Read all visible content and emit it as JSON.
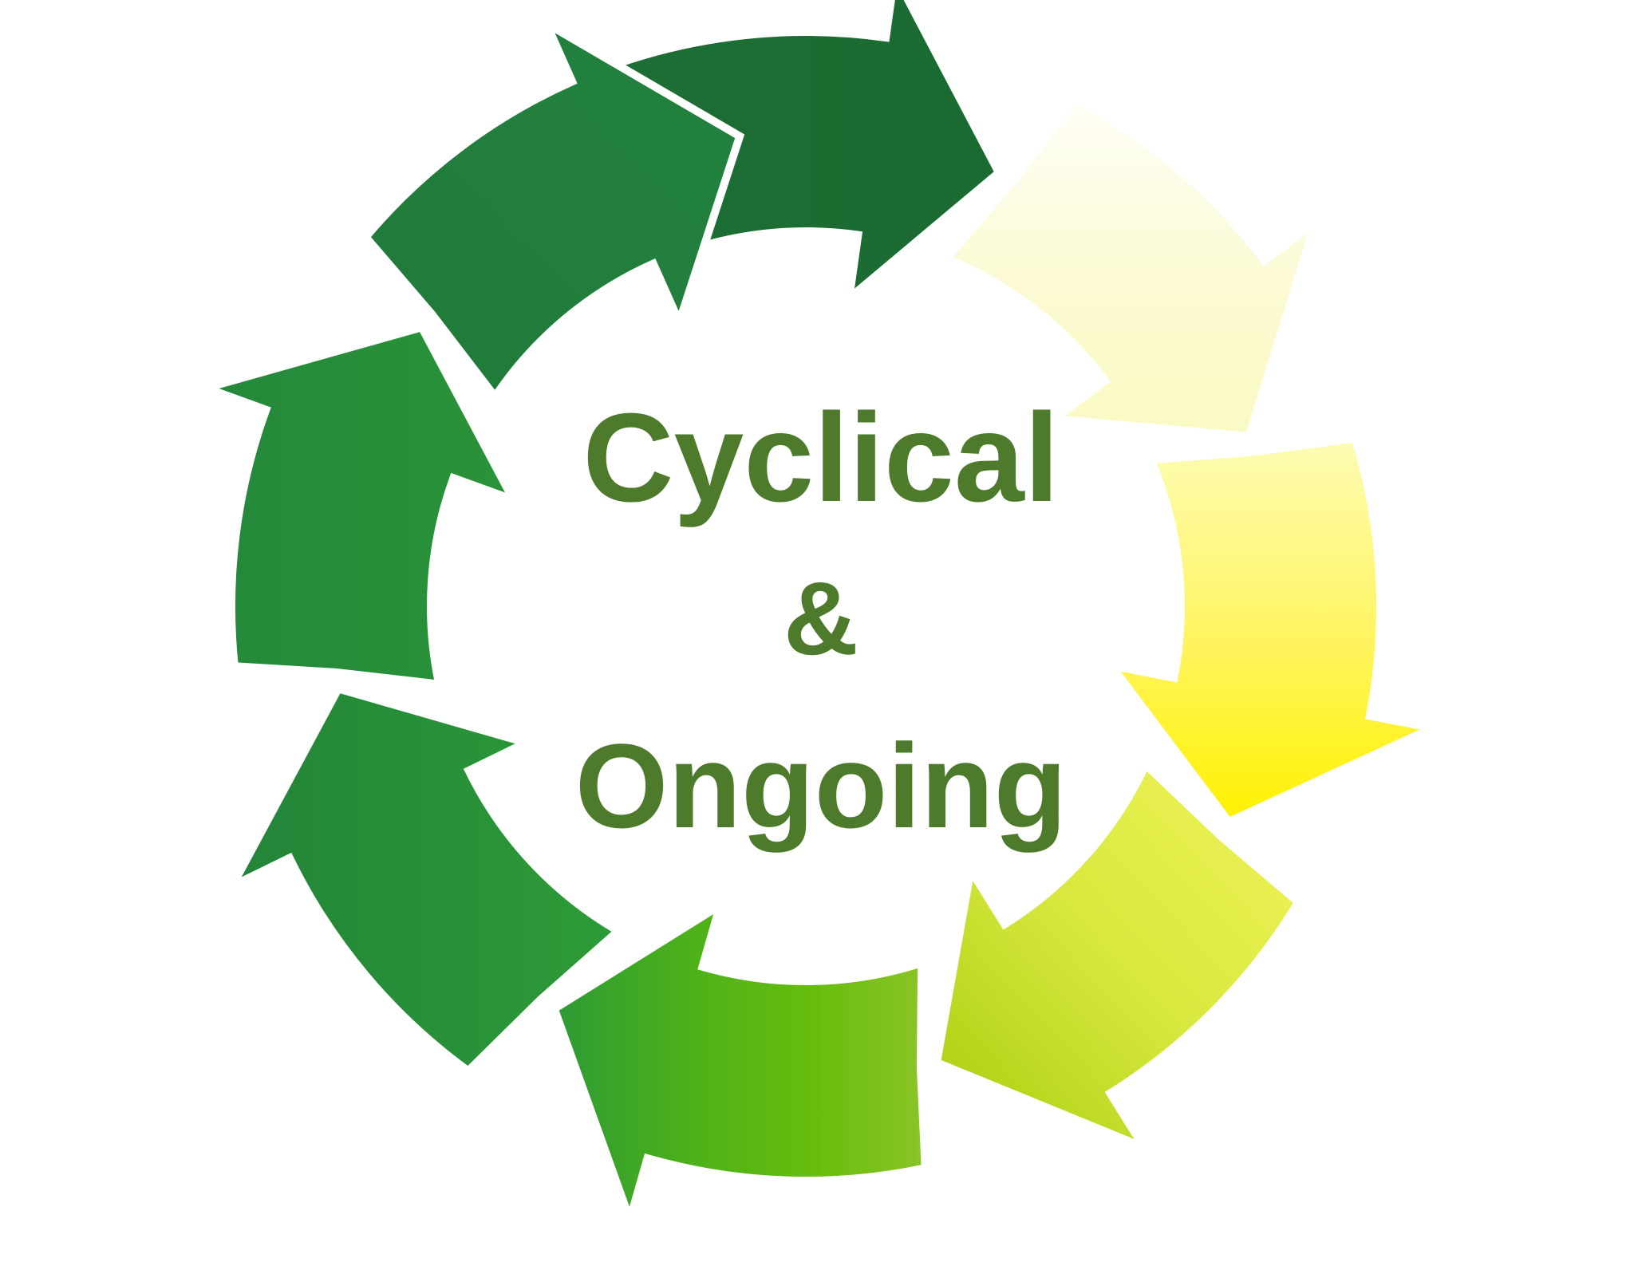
{
  "diagram": {
    "center_text": {
      "line1": "Cyclical",
      "line2": "&",
      "line3": "Ongoing"
    },
    "arrow_count": 8,
    "colors": {
      "text": "#4e7a2c",
      "dark_green": "#1d6c33",
      "green": "#23823e",
      "mid_green": "#2b973a",
      "lime": "#5cb60c",
      "yellow_green": "#d9e83f",
      "yellow": "#fff200",
      "pale_yellow": "#fbfbd0"
    }
  }
}
